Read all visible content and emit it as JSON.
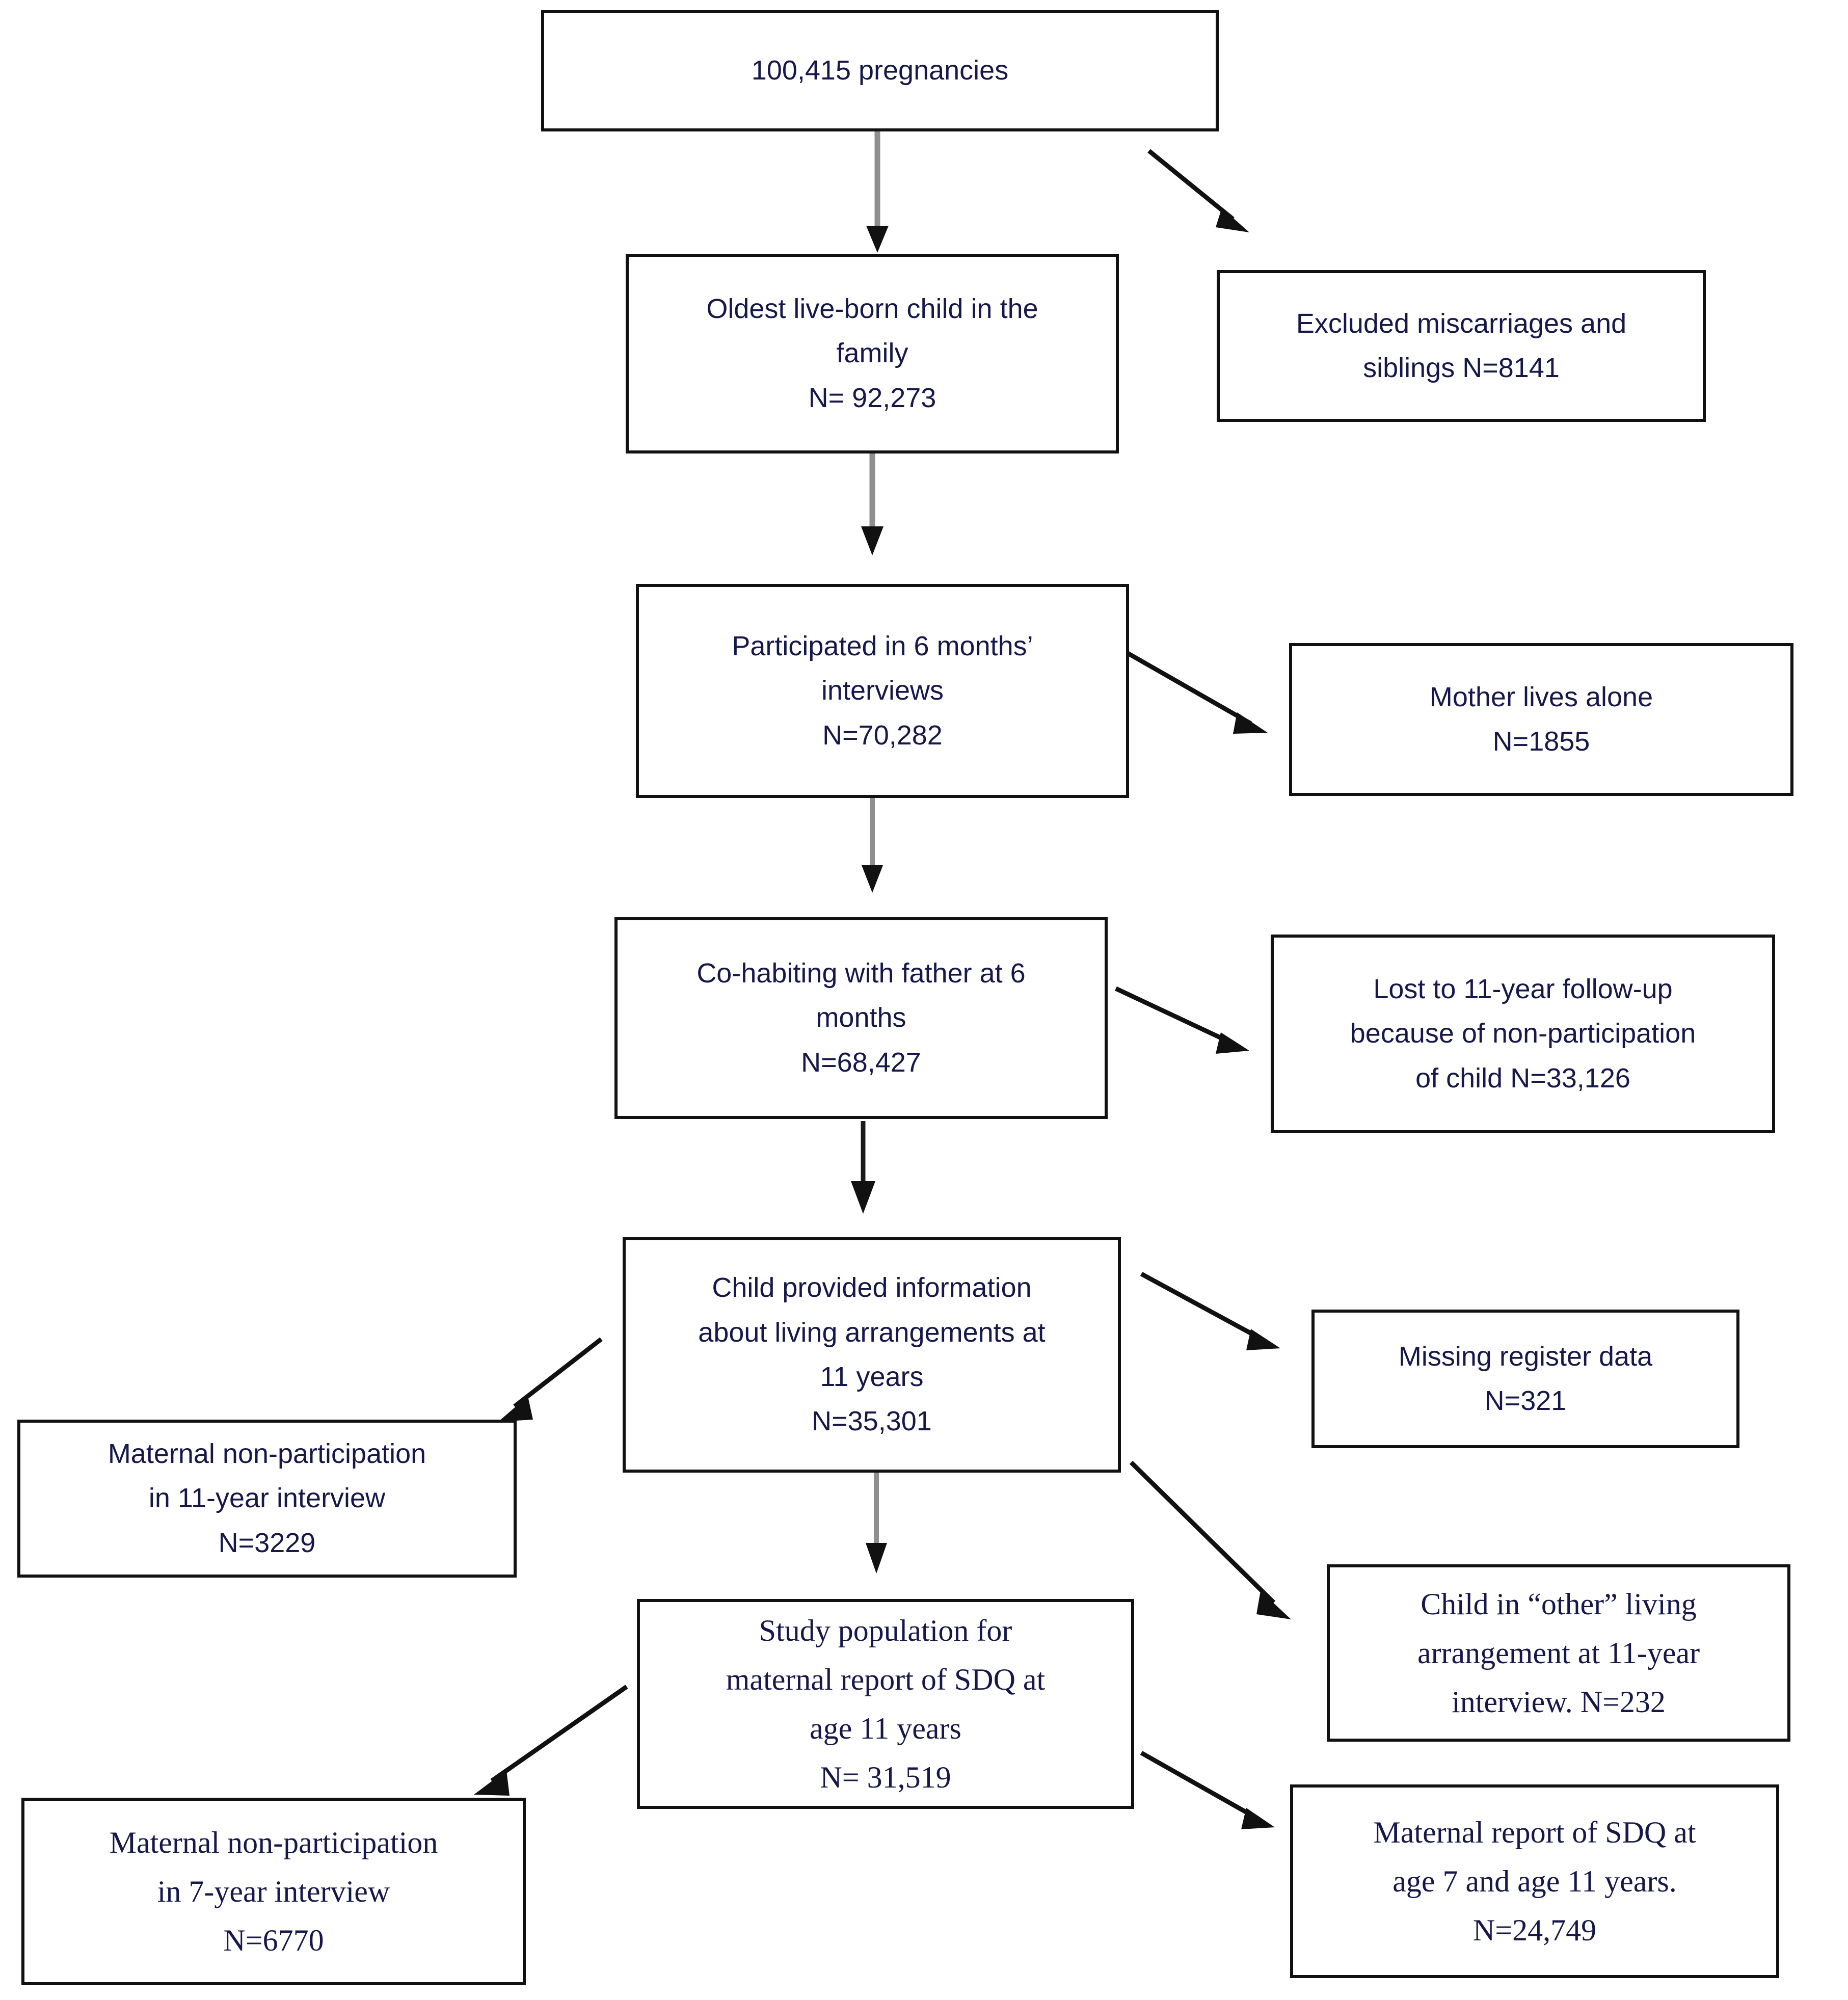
{
  "diagram": {
    "type": "flowchart",
    "title": "Study population flow diagram",
    "colors": {
      "box_border": "#111111",
      "text": "#16184a",
      "background": "#ffffff",
      "vertical_connector": "#8a8a8a",
      "diagonal_connector": "#111111"
    },
    "nodes": [
      {
        "id": "pregnancies",
        "name": "total-pregnancies",
        "font": "sans",
        "lines": [
          "100,415 pregnancies"
        ]
      },
      {
        "id": "oldest_child",
        "name": "oldest-live-born-child",
        "font": "sans",
        "lines": [
          "Oldest live-born child in the",
          "family",
          "N= 92,273"
        ]
      },
      {
        "id": "excluded_miscarriages",
        "name": "excluded-miscarriages-siblings",
        "font": "sans",
        "lines": [
          "Excluded miscarriages and",
          "siblings N=8141"
        ]
      },
      {
        "id": "participated_6m",
        "name": "participated-6-months-interviews",
        "font": "sans",
        "lines": [
          "Participated in 6 months’",
          "interviews",
          "N=70,282"
        ]
      },
      {
        "id": "mother_alone",
        "name": "mother-lives-alone",
        "font": "sans",
        "lines": [
          "Mother lives alone",
          "N=1855"
        ]
      },
      {
        "id": "cohabiting_father",
        "name": "co-habiting-with-father",
        "font": "sans",
        "lines": [
          "Co-habiting with father at 6",
          "months",
          "N=68,427"
        ]
      },
      {
        "id": "lost_followup",
        "name": "lost-to-11-year-follow-up",
        "font": "sans",
        "lines": [
          "Lost to 11-year follow-up",
          "because of non-participation",
          "of child N=33,126"
        ]
      },
      {
        "id": "child_info",
        "name": "child-provided-information",
        "font": "sans",
        "lines": [
          "Child provided information",
          "about living arrangements at",
          "11 years",
          "N=35,301"
        ]
      },
      {
        "id": "missing_register",
        "name": "missing-register-data",
        "font": "sans",
        "lines": [
          "Missing register data",
          "N=321"
        ]
      },
      {
        "id": "maternal_nonpart_11",
        "name": "maternal-non-participation-11-year",
        "font": "sans",
        "lines": [
          "Maternal non-participation",
          "in 11-year interview",
          "N=3229"
        ]
      },
      {
        "id": "study_population",
        "name": "study-population-sdq-age-11",
        "font": "serif",
        "lines": [
          "Study population for",
          "maternal report of SDQ at",
          "age 11 years",
          "N= 31,519"
        ]
      },
      {
        "id": "child_other_living",
        "name": "child-other-living-arrangement",
        "font": "serif",
        "lines": [
          "Child in “other” living",
          "arrangement at 11-year",
          "interview. N=232"
        ]
      },
      {
        "id": "maternal_nonpart_7",
        "name": "maternal-non-participation-7-year",
        "font": "serif",
        "lines": [
          "Maternal non-participation",
          "in 7-year interview",
          "N=6770"
        ]
      },
      {
        "id": "maternal_report_7_11",
        "name": "maternal-report-sdq-age-7-and-11",
        "font": "serif",
        "lines": [
          "Maternal report of SDQ at",
          "age 7 and age 11 years.",
          "N=24,749"
        ]
      }
    ],
    "edges": [
      {
        "name": "edge-pregnancies-to-oldest-child",
        "from": "pregnancies",
        "to": "oldest_child",
        "style": "vertical-gray"
      },
      {
        "name": "edge-pregnancies-to-excluded",
        "from": "pregnancies",
        "to": "excluded_miscarriages",
        "style": "diagonal-black"
      },
      {
        "name": "edge-oldest-child-to-participated",
        "from": "oldest_child",
        "to": "participated_6m",
        "style": "vertical-gray"
      },
      {
        "name": "edge-participated-to-mother-alone",
        "from": "participated_6m",
        "to": "mother_alone",
        "style": "diagonal-black"
      },
      {
        "name": "edge-participated-to-cohabiting",
        "from": "participated_6m",
        "to": "cohabiting_father",
        "style": "vertical-gray"
      },
      {
        "name": "edge-cohabiting-to-lost-followup",
        "from": "cohabiting_father",
        "to": "lost_followup",
        "style": "diagonal-black"
      },
      {
        "name": "edge-cohabiting-to-child-info",
        "from": "cohabiting_father",
        "to": "child_info",
        "style": "vertical-black"
      },
      {
        "name": "edge-child-info-to-missing-register",
        "from": "child_info",
        "to": "missing_register",
        "style": "diagonal-black"
      },
      {
        "name": "edge-child-info-to-maternal-nonpart-11",
        "from": "child_info",
        "to": "maternal_nonpart_11",
        "style": "diagonal-black"
      },
      {
        "name": "edge-child-info-to-study-population",
        "from": "child_info",
        "to": "study_population",
        "style": "vertical-gray"
      },
      {
        "name": "edge-child-info-to-child-other-living",
        "from": "child_info",
        "to": "child_other_living",
        "style": "diagonal-black"
      },
      {
        "name": "edge-study-population-to-maternal-nonpart-7",
        "from": "study_population",
        "to": "maternal_nonpart_7",
        "style": "diagonal-black"
      },
      {
        "name": "edge-study-population-to-maternal-report",
        "from": "study_population",
        "to": "maternal_report_7_11",
        "style": "diagonal-black"
      }
    ]
  }
}
